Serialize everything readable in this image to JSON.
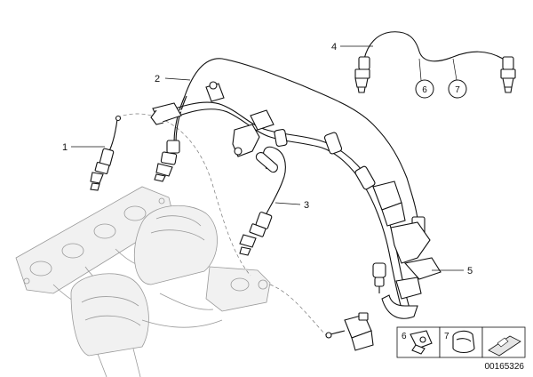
{
  "callouts": [
    {
      "id": "1",
      "label": "1"
    },
    {
      "id": "2",
      "label": "2"
    },
    {
      "id": "3",
      "label": "3"
    },
    {
      "id": "4",
      "label": "4"
    },
    {
      "id": "5",
      "label": "5"
    }
  ],
  "circled_refs": [
    {
      "id": "6",
      "label": "6"
    },
    {
      "id": "7",
      "label": "7"
    }
  ],
  "legend_boxes": [
    {
      "id": "6",
      "label": "6"
    },
    {
      "id": "7",
      "label": "7"
    }
  ],
  "document_number": "00165326"
}
